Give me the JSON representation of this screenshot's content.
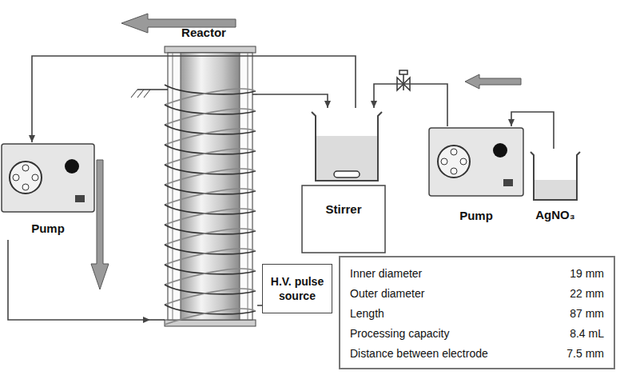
{
  "diagram": {
    "nodes": [
      {
        "text": [
          "Reactor"
        ]
      },
      {
        "text": [
          "Pump"
        ]
      },
      {
        "text": [
          "Stirrer"
        ]
      },
      {
        "text": [
          "Pump"
        ]
      },
      {
        "text": [
          "AgNO₃"
        ]
      },
      {
        "text": [
          "H.V. pulse source"
        ]
      }
    ],
    "edges": [
      {
        "from": 2,
        "to": 1,
        "arrow": "to"
      },
      {
        "from": 1,
        "to": 0,
        "arrow": "to"
      },
      {
        "from": 0,
        "to": 2,
        "arrow": "to"
      },
      {
        "from": 3,
        "to": 2,
        "arrow": "to"
      },
      {
        "from": 4,
        "to": 3,
        "arrow": "to"
      },
      {
        "from": 5,
        "to": 0,
        "arrow": "none"
      }
    ],
    "labels": [
      "Inner diameter",
      "19 mm",
      "Outer diameter",
      "22 mm",
      "Length",
      "87 mm",
      "Processing capacity",
      "8.4 mL",
      "Distance between electrode",
      "7.5 mm"
    ]
  }
}
